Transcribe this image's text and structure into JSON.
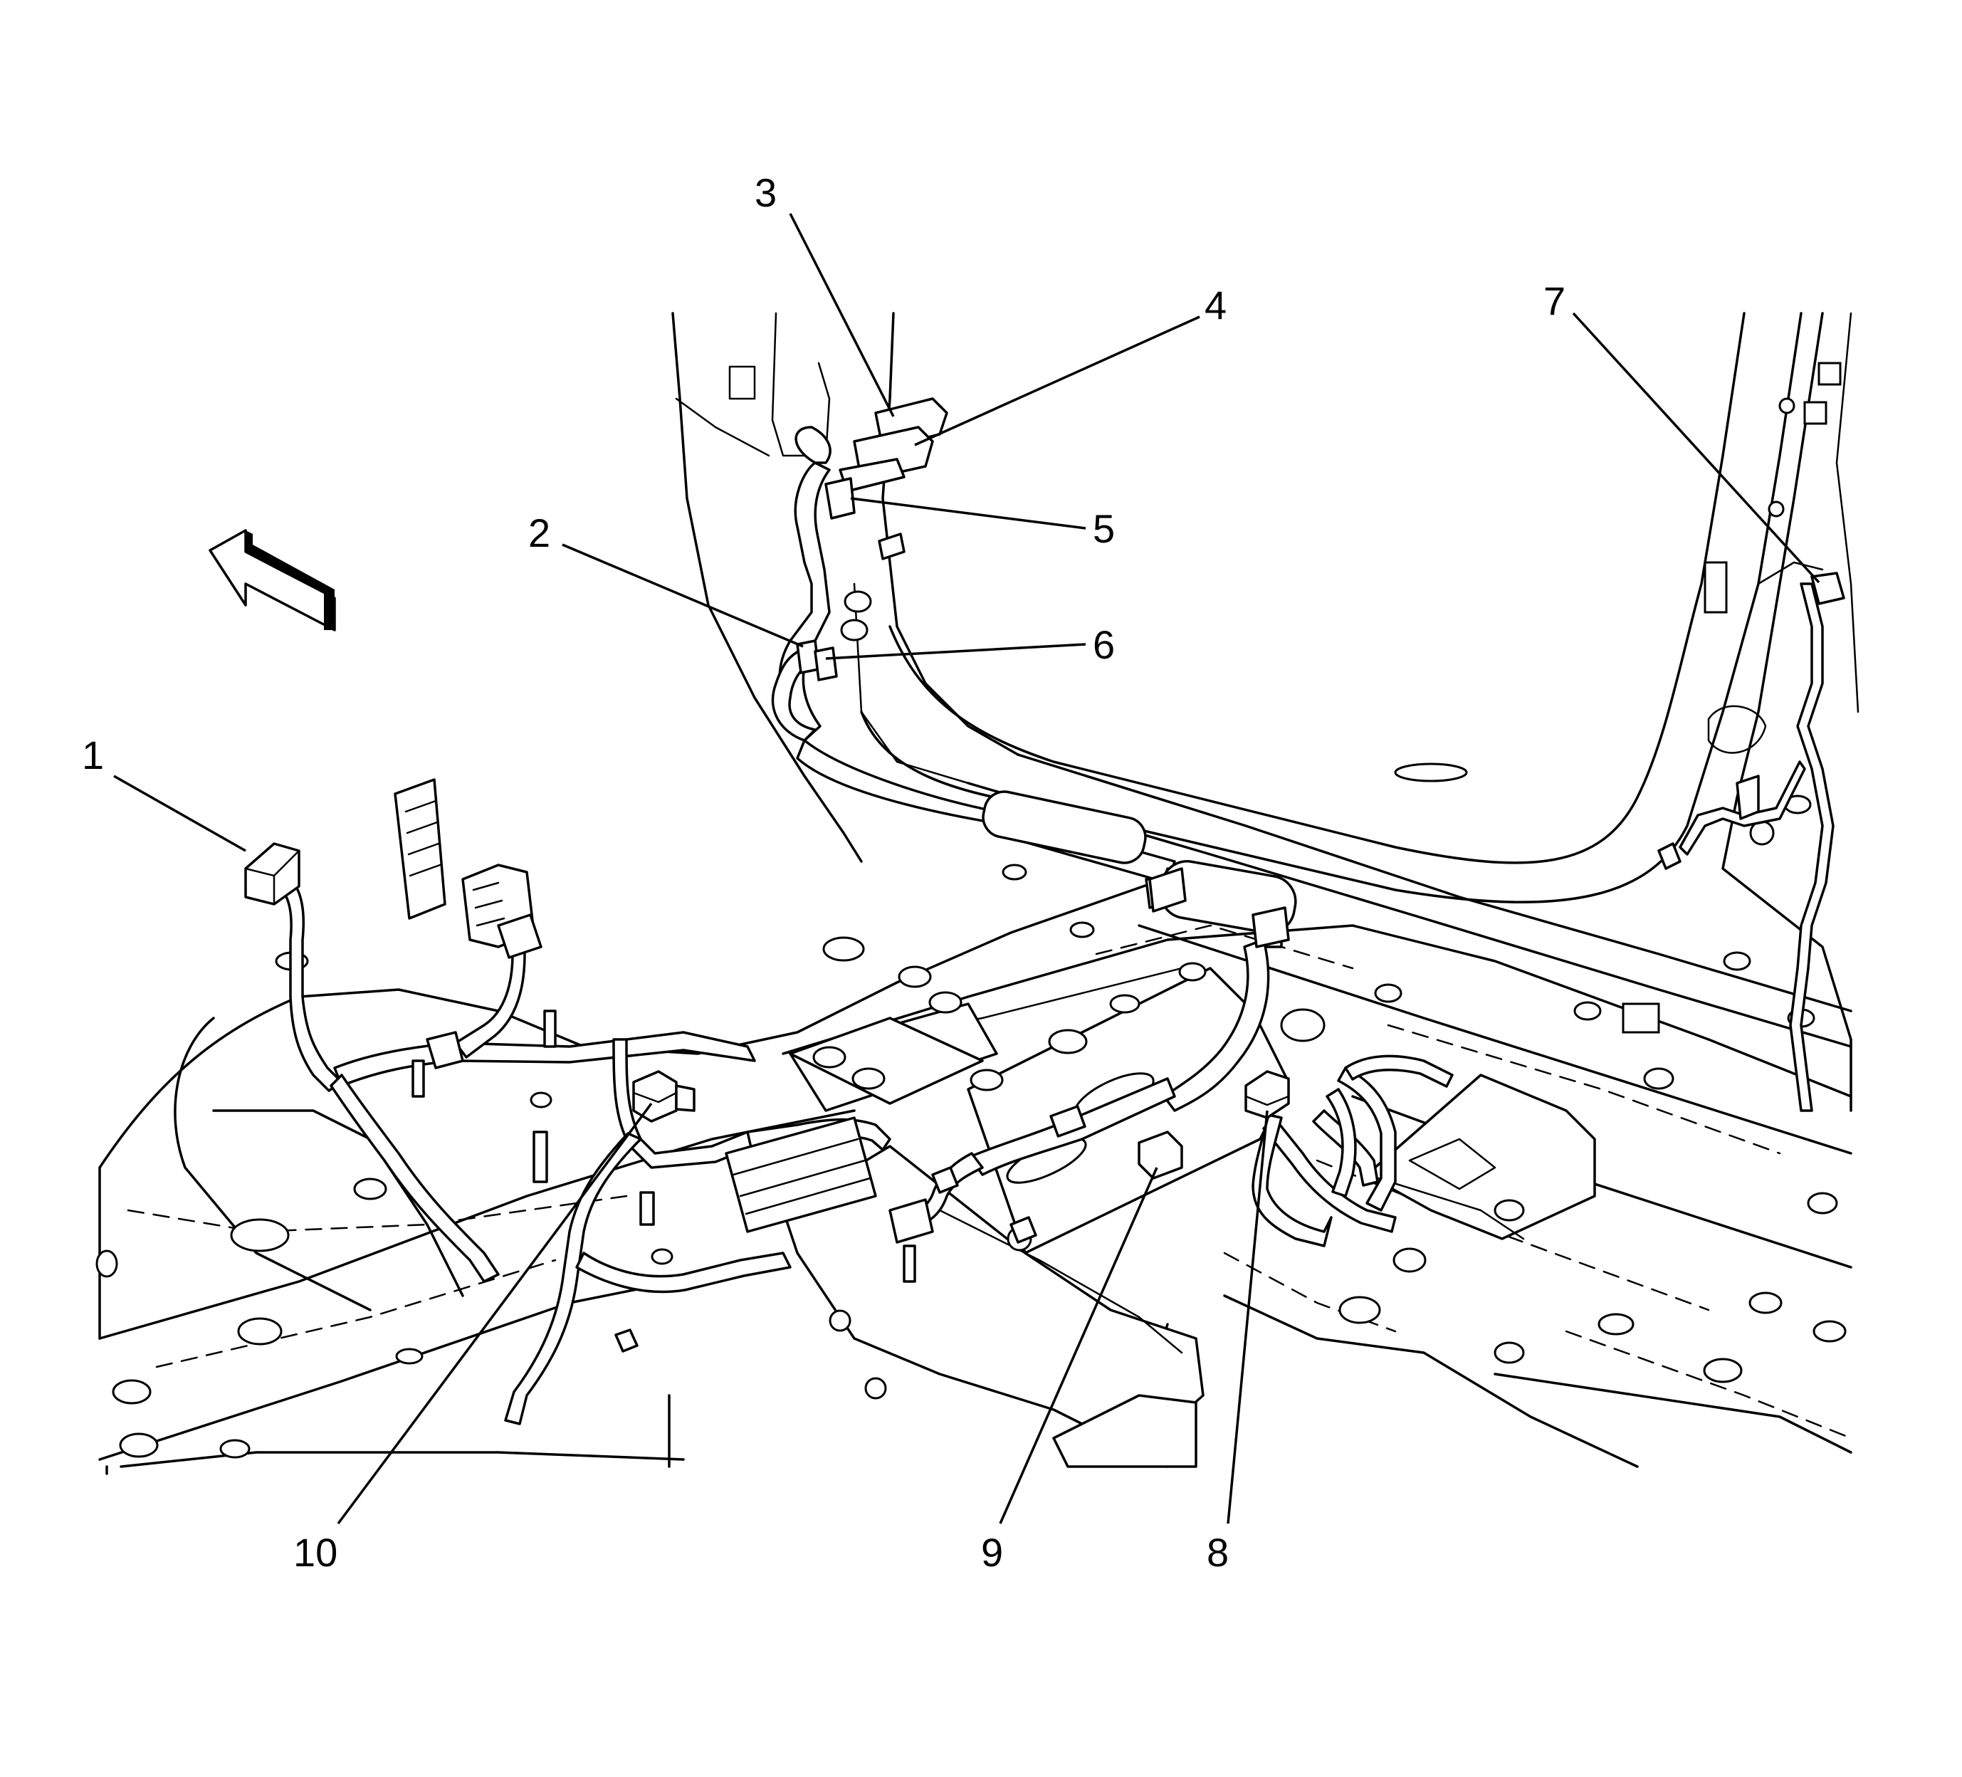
{
  "callouts": [
    {
      "id": "1",
      "label": "1"
    },
    {
      "id": "2",
      "label": "2"
    },
    {
      "id": "3",
      "label": "3"
    },
    {
      "id": "4",
      "label": "4"
    },
    {
      "id": "5",
      "label": "5"
    },
    {
      "id": "6",
      "label": "6"
    },
    {
      "id": "7",
      "label": "7"
    },
    {
      "id": "8",
      "label": "8"
    },
    {
      "id": "9",
      "label": "9"
    },
    {
      "id": "10",
      "label": "10"
    }
  ],
  "icons": {
    "direction_arrow": "front-direction-arrow-icon"
  }
}
